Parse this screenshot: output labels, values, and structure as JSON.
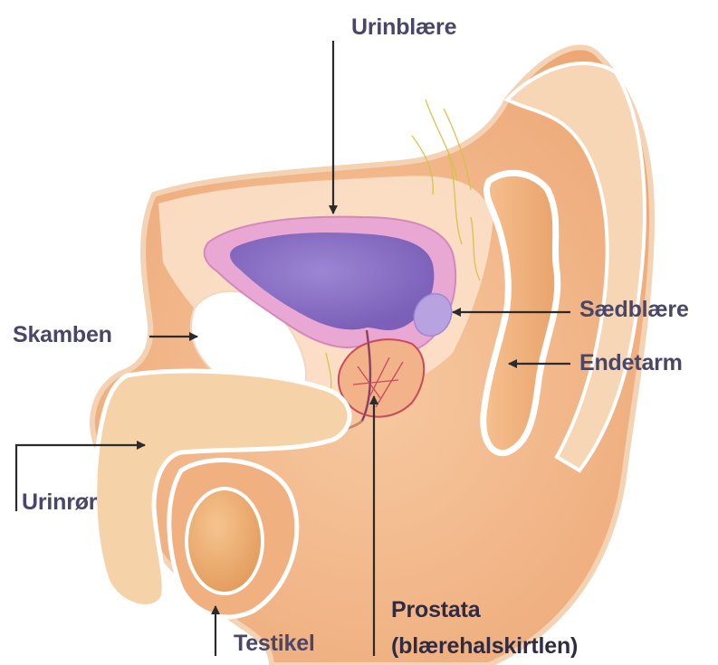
{
  "labels": {
    "bladder": "Urinblære",
    "pubic_bone": "Skamben",
    "seminal_vesicle": "Sædblære",
    "rectum": "Endetarm",
    "urethra": "Urinrør",
    "prostata_line1": "Prostata",
    "prostata_line2": "(blærehalskirtlen)",
    "testicle": "Testikel"
  },
  "colors": {
    "label_text": "#4a4668",
    "skin": "#f3b98a",
    "tissue_light": "#fbe3cc",
    "bladder_wall": "#e7a6d2",
    "bladder_inner": "#8f74c6",
    "bone": "#ffffff",
    "arrow": "#2b2b2b"
  }
}
